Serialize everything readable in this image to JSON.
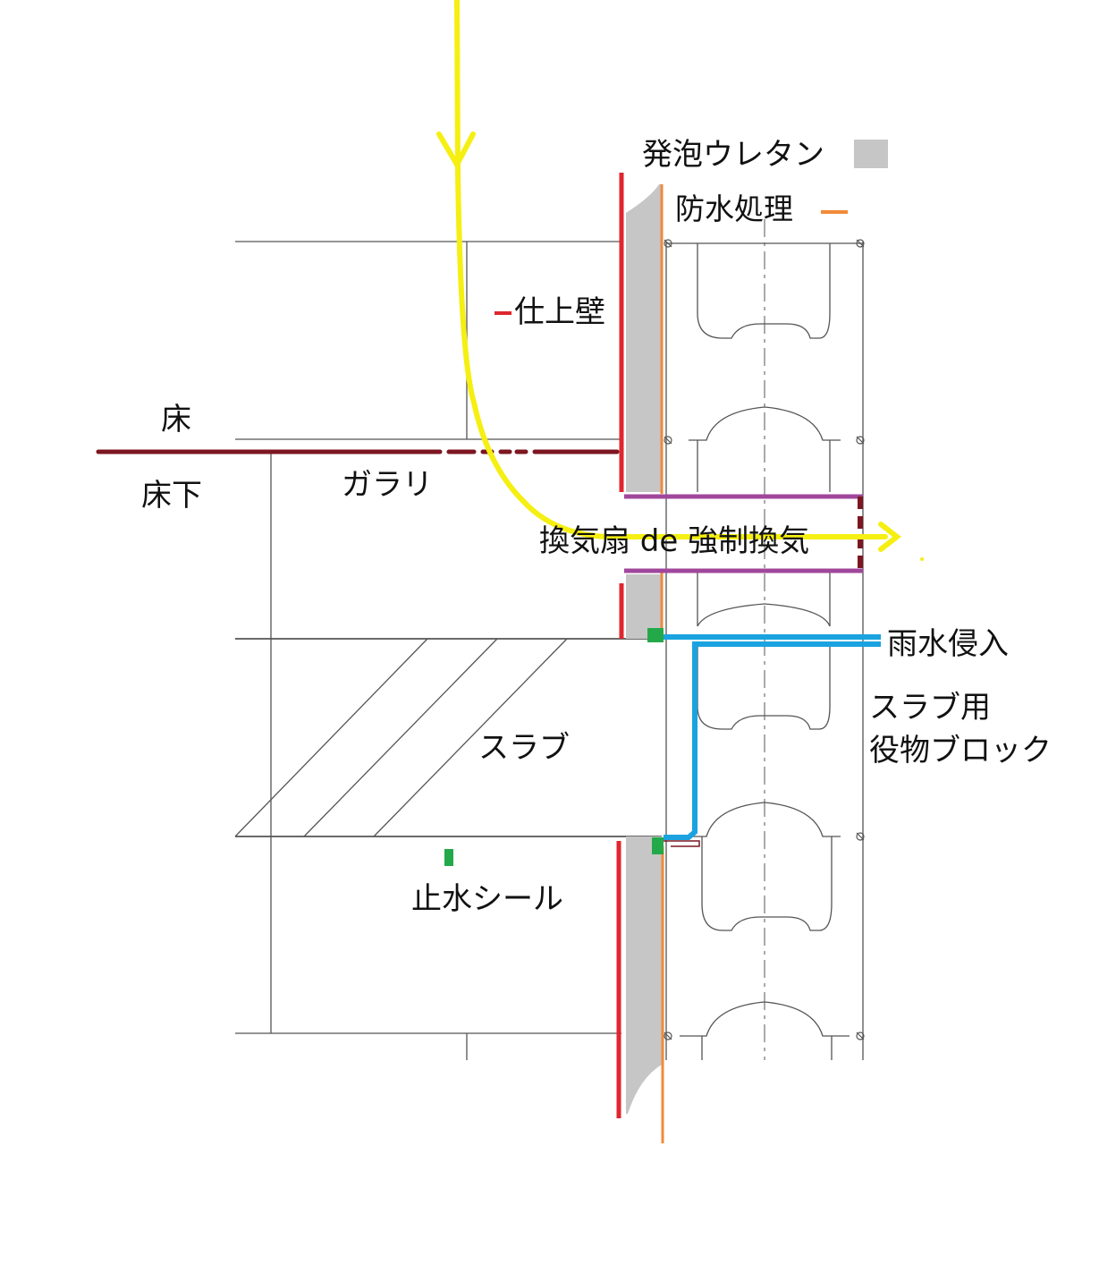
{
  "labels": {
    "urethane": "発泡ウレタン",
    "waterproofing": "防水処理",
    "finish_wall": "仕上壁",
    "floor": "床",
    "under_floor": "床下",
    "gallery": "ガラリ",
    "fan": "換気扇 de 強制換気",
    "rain_intrusion": "雨水侵入",
    "slab_block_line1": "スラブ用",
    "slab_block_line2": "役物ブロック",
    "slab": "スラブ",
    "water_seal": "止水シール"
  },
  "colors": {
    "urethane": "#c6c6c6",
    "waterproofing": "#f08a3a",
    "finish_wall": "#e0262e",
    "floor": "#7c1620",
    "airflow": "#f5ef12",
    "vent_duct": "#a0479c",
    "rain": "#1aa3e0",
    "seal": "#23a94a",
    "drawing": "#555555"
  }
}
